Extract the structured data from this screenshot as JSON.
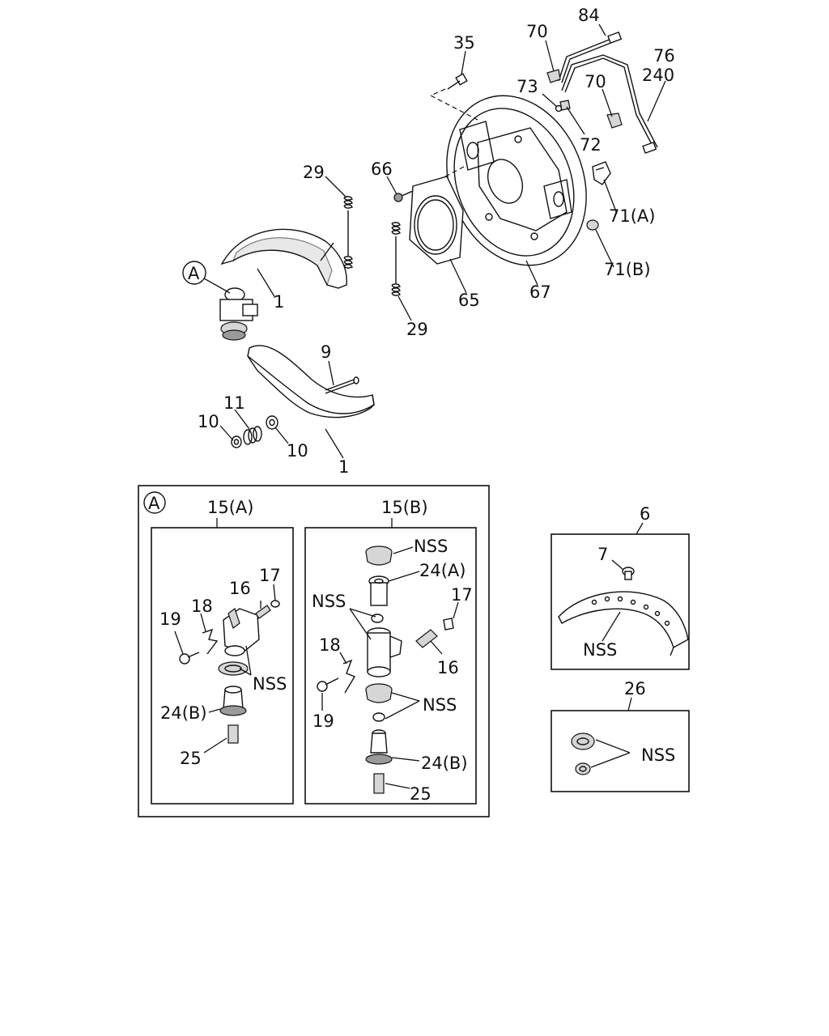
{
  "labels": {
    "p35": "35",
    "p70a": "70",
    "p84": "84",
    "p76": "76",
    "p240": "240",
    "p73": "73",
    "p70b": "70",
    "p72": "72",
    "p66": "66",
    "p29a": "29",
    "p71a": "71(A)",
    "p71b": "71(B)",
    "pA1": "A",
    "p1a": "1",
    "p65": "65",
    "p67": "67",
    "p29b": "29",
    "p9": "9",
    "p11": "11",
    "p10a": "10",
    "p10b": "10",
    "p1b": "1",
    "pA2": "A",
    "p15a": "15(A)",
    "p15b": "15(B)",
    "a_p16": "16",
    "a_p17": "17",
    "a_p18": "18",
    "a_p19": "19",
    "a_nss": "NSS",
    "a_p24b": "24(B)",
    "a_p25": "25",
    "b_nss1": "NSS",
    "b_p24a": "24(A)",
    "b_nss2": "NSS",
    "b_p17": "17",
    "b_p18": "18",
    "b_p16": "16",
    "b_nss3": "NSS",
    "b_p19": "19",
    "b_p24b": "24(B)",
    "b_p25": "25",
    "p6": "6",
    "p7": "7",
    "k_nss": "NSS",
    "p26": "26",
    "s_nss": "NSS"
  }
}
